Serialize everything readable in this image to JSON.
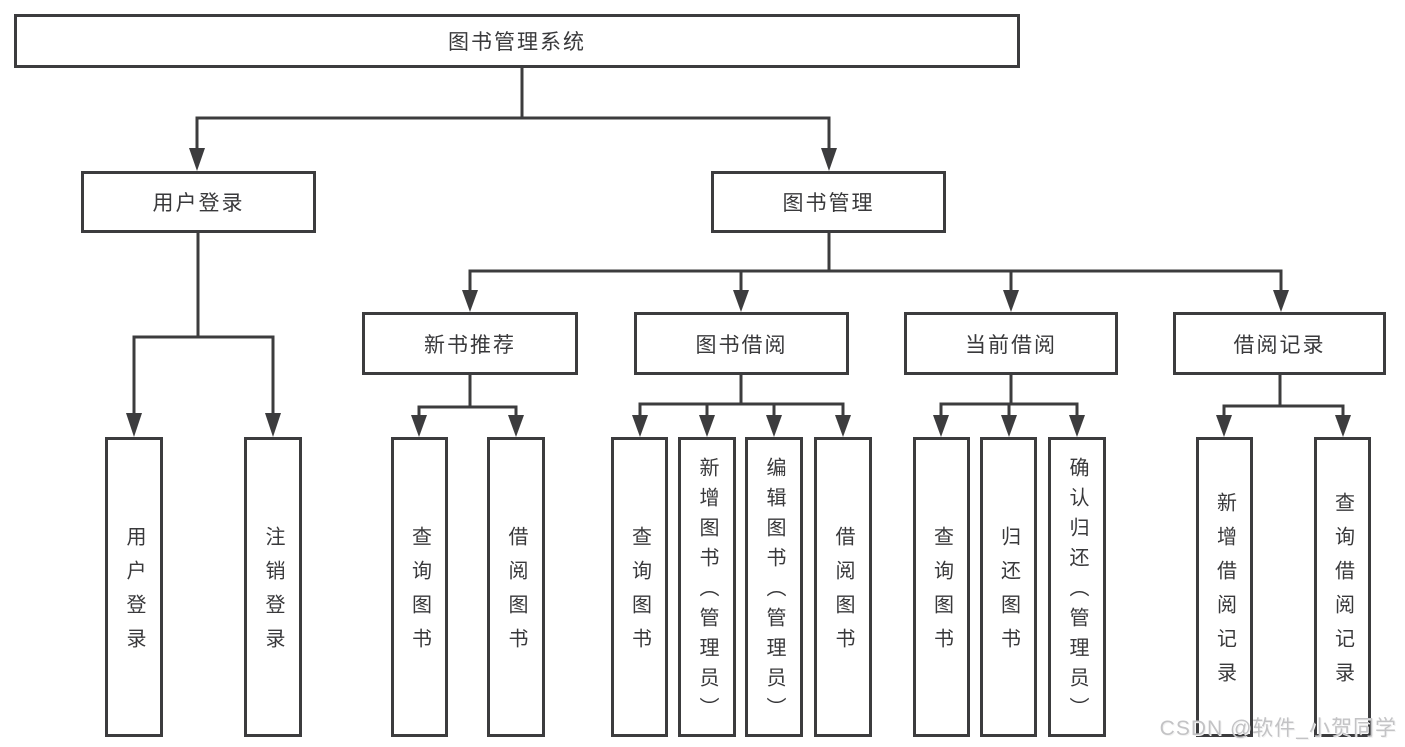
{
  "diagram": {
    "root": {
      "label": "图书管理系统"
    },
    "branches": [
      {
        "label": "用户登录",
        "children": [
          {
            "label": "用户登录"
          },
          {
            "label": "注销登录"
          }
        ]
      },
      {
        "label": "图书管理",
        "children": [
          {
            "label": "新书推荐",
            "children": [
              {
                "label": "查询图书"
              },
              {
                "label": "借阅图书"
              }
            ]
          },
          {
            "label": "图书借阅",
            "children": [
              {
                "label": "查询图书"
              },
              {
                "label": "新增图书（管理员）"
              },
              {
                "label": "编辑图书（管理员）"
              },
              {
                "label": "借阅图书"
              }
            ]
          },
          {
            "label": "当前借阅",
            "children": [
              {
                "label": "查询图书"
              },
              {
                "label": "归还图书"
              },
              {
                "label": "确认归还（管理员）"
              }
            ]
          },
          {
            "label": "借阅记录",
            "children": [
              {
                "label": "新增借阅记录"
              },
              {
                "label": "查询借阅记录"
              }
            ]
          }
        ]
      }
    ]
  },
  "watermark": {
    "text": "CSDN @软件_小贺同学"
  },
  "colors": {
    "line": "#3c3c3e",
    "box_border": "#3c3c3e",
    "box_fill": "#ffffff",
    "text": "#39393b",
    "watermark": "#c3c3c5"
  }
}
